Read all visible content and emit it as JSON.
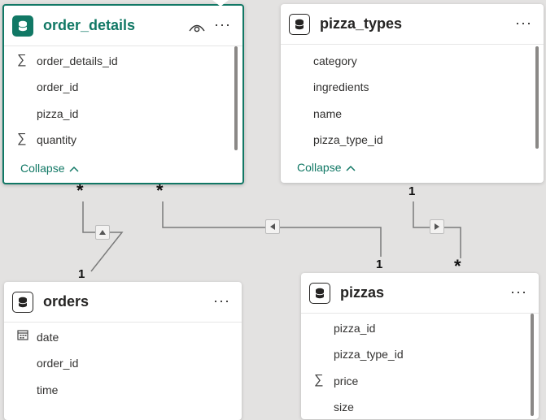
{
  "tables": {
    "order_details": {
      "title": "order_details",
      "fields": [
        {
          "name": "order_details_id",
          "icon": "sigma-icon"
        },
        {
          "name": "order_id",
          "icon": ""
        },
        {
          "name": "pizza_id",
          "icon": ""
        },
        {
          "name": "quantity",
          "icon": "sigma-icon"
        }
      ],
      "collapse_label": "Collapse"
    },
    "pizza_types": {
      "title": "pizza_types",
      "fields": [
        {
          "name": "category",
          "icon": ""
        },
        {
          "name": "ingredients",
          "icon": ""
        },
        {
          "name": "name",
          "icon": ""
        },
        {
          "name": "pizza_type_id",
          "icon": ""
        }
      ],
      "collapse_label": "Collapse"
    },
    "orders": {
      "title": "orders",
      "fields": [
        {
          "name": "date",
          "icon": "calendar-icon"
        },
        {
          "name": "order_id",
          "icon": ""
        },
        {
          "name": "time",
          "icon": ""
        }
      ]
    },
    "pizzas": {
      "title": "pizzas",
      "fields": [
        {
          "name": "pizza_id",
          "icon": ""
        },
        {
          "name": "pizza_type_id",
          "icon": ""
        },
        {
          "name": "price",
          "icon": "sigma-icon"
        },
        {
          "name": "size",
          "icon": ""
        }
      ]
    }
  },
  "relationships": {
    "details_orders": {
      "many": "*",
      "one": "1"
    },
    "details_pizzas": {
      "many": "*",
      "one": "1"
    },
    "types_pizzas": {
      "one": "1",
      "many": "*"
    }
  },
  "glyphs": {
    "sigma": "∑",
    "more": "···",
    "chevron_up": "^"
  },
  "colors": {
    "accent": "#117865",
    "canvas": "#e3e2e1",
    "line": "#7a7a7a"
  }
}
